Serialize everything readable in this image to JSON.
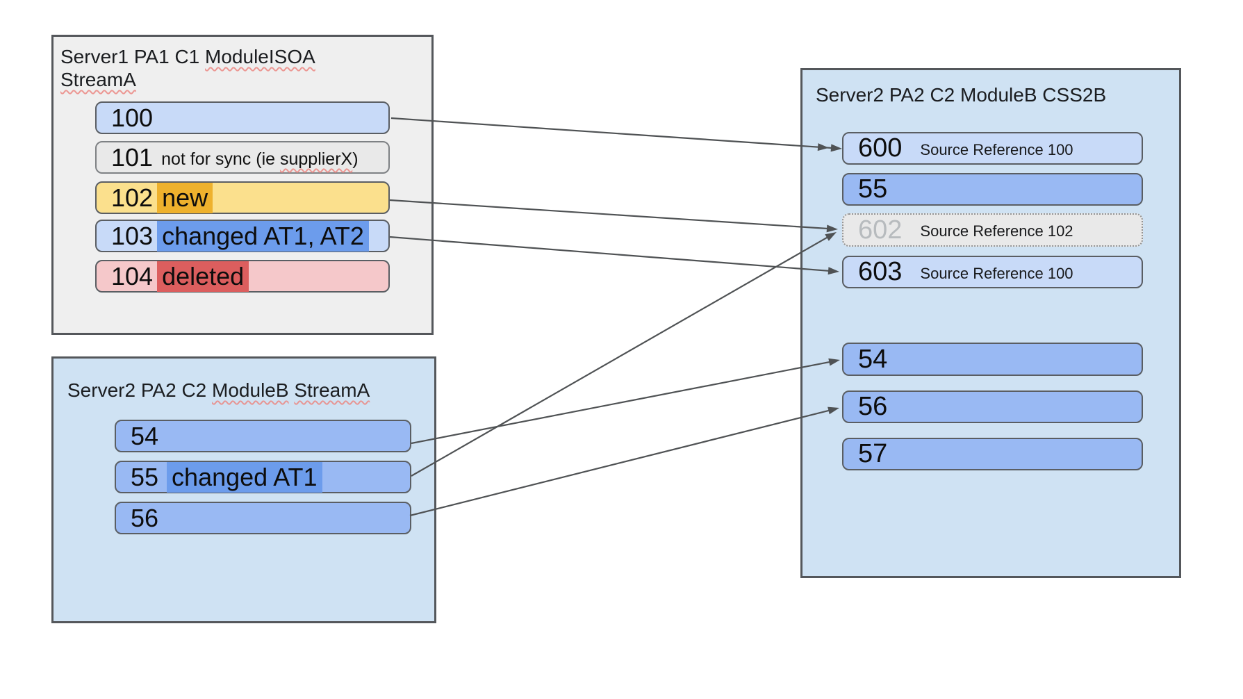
{
  "boxes": {
    "source": {
      "title_line1_prefix": "Server1 PA1 C1 ",
      "title_line1_wavy": "ModuleISOA",
      "title_line2_wavy": "StreamA",
      "items": [
        {
          "num": "100"
        },
        {
          "num": "101",
          "note_prefix": "not for sync (ie ",
          "note_wavy": "supplierX",
          "note_suffix": ")"
        },
        {
          "num": "102",
          "badge": "new"
        },
        {
          "num": "103",
          "badge": "changed AT1, AT2"
        },
        {
          "num": "104",
          "badge": "deleted"
        }
      ]
    },
    "stream_target": {
      "title_prefix": "Server2 PA2 C2 ",
      "title_wavy1": "ModuleB",
      "title_sep": " ",
      "title_wavy2": "StreamA",
      "items": [
        {
          "num": "54"
        },
        {
          "num": "55",
          "badge": "changed AT1"
        },
        {
          "num": "56"
        }
      ]
    },
    "css_target": {
      "title": "Server2 PA2 C2 ModuleB CSS2B",
      "items_top": [
        {
          "num": "600",
          "ref": "Source Reference 100"
        },
        {
          "num": "55"
        },
        {
          "num": "602",
          "ref": "Source Reference 102"
        },
        {
          "num": "603",
          "ref": "Source Reference 100"
        }
      ],
      "items_bottom": [
        {
          "num": "54"
        },
        {
          "num": "56"
        },
        {
          "num": "57"
        }
      ]
    }
  },
  "connections": [
    {
      "from": "100",
      "to": "600"
    },
    {
      "from": "102",
      "to": "602"
    },
    {
      "from": "103",
      "to": "603"
    },
    {
      "from": "55",
      "to": "602"
    },
    {
      "from": "54",
      "to": "54"
    },
    {
      "from": "56",
      "to": "56"
    }
  ],
  "colors": {
    "box_gray_fill": "#efefef",
    "box_blue_fill": "#cfe2f3",
    "item_light_blue": "#c8daf8",
    "item_medium_blue": "#99b9f3",
    "item_gray": "#e9e9e9",
    "item_yellow": "#fbe08d",
    "item_pink": "#f5c8ca",
    "highlight_orange": "#eeb12d",
    "highlight_blue": "#6c9cec",
    "highlight_red": "#dc5e5e",
    "ghost_text": "#b7bbbe",
    "arrow": "#4f5254",
    "border": "#54575b"
  }
}
